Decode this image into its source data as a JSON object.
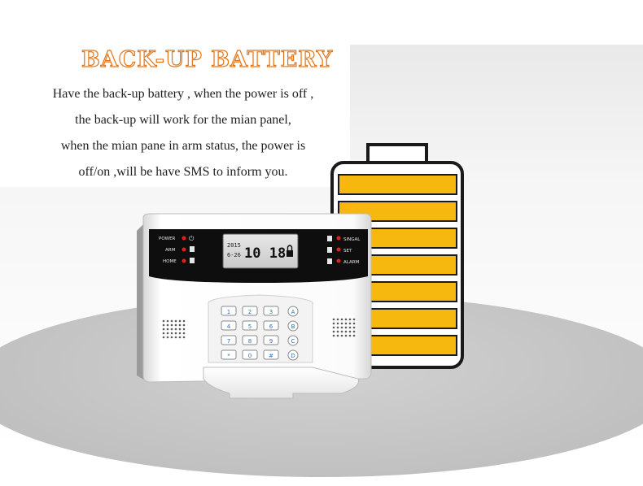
{
  "title": "BACK-UP BATTERY",
  "description": [
    "Have the back-up battery , when the power is off ,",
    "the back-up will work for the mian panel,",
    "when the mian pane in arm status, the power is",
    "off/on ,will be have SMS to inform you."
  ],
  "device": {
    "left_labels": [
      "POWER",
      "ARM",
      "HOME"
    ],
    "right_labels": [
      "SINGAL",
      "SET",
      "ALARM"
    ],
    "lcd": {
      "date_top": "2015",
      "date_bottom": "6-26",
      "time": "10 18"
    },
    "keypad_rows": [
      [
        "1",
        "2",
        "3",
        "A"
      ],
      [
        "4",
        "5",
        "6",
        "B"
      ],
      [
        "7",
        "8",
        "9",
        "C"
      ],
      [
        "*",
        "0",
        "#",
        "D"
      ]
    ]
  },
  "battery": {
    "level_bars": 7,
    "fill_color": "#f6b80f",
    "outline_color": "#1a1a1a"
  },
  "colors": {
    "title": "#e0761c",
    "text": "#1f1f1f"
  }
}
